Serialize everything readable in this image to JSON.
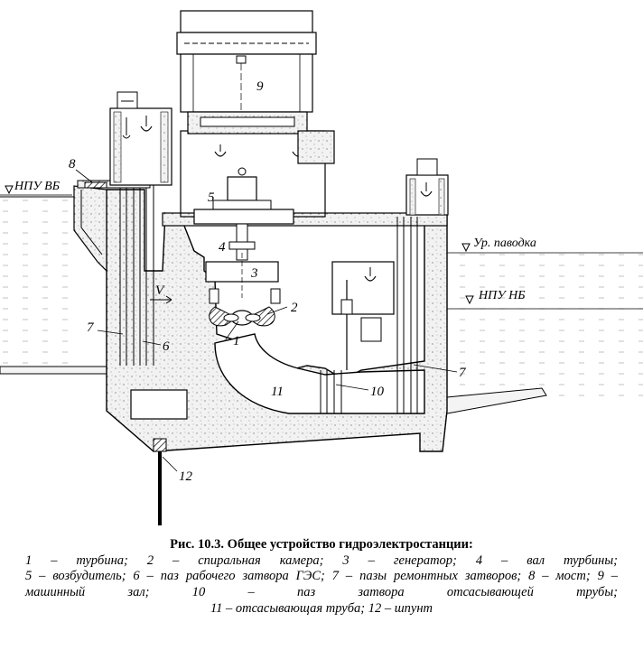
{
  "diagram": {
    "levels": {
      "upstream": "НПУ ВБ",
      "flood": "Ур. паводка",
      "downstream": "НПУ НБ"
    },
    "flow_marker": "V",
    "labels": {
      "n1": "1",
      "n2": "2",
      "n3": "3",
      "n4": "4",
      "n5": "5",
      "n6": "6",
      "n7a": "7",
      "n7b": "7",
      "n8": "8",
      "n9": "9",
      "n10": "10",
      "n11": "11",
      "n12": "12"
    }
  },
  "caption": {
    "title": "Рис. 10.3. Общее устройство гидроэлектростанции:",
    "line1": "1 – турбина; 2 – спиральная камера; 3 – генератор; 4 – вал турбины;",
    "line2": "5 – возбудитель; 6 – паз рабочего затвора ГЭС; 7 – пазы ремонтных затворов; 8 – мост; 9 –",
    "line3": "машинный зал; 10 – паз затвора отсасывающей трубы;",
    "line4": "11 – отсасывающая труба; 12 – шпунт"
  }
}
